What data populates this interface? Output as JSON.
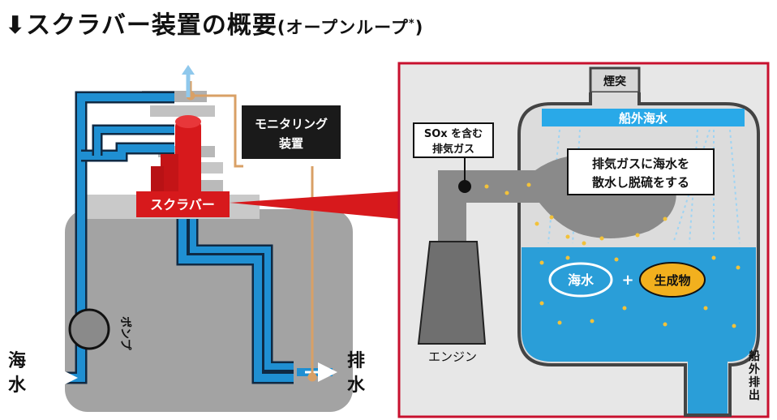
{
  "title": {
    "arrow": "⬇",
    "main": "スクラバー装置の概要",
    "sub_open": "(オープンループ",
    "sub_mark": "*",
    "sub_close": ")"
  },
  "left_panel": {
    "monitoring_line1": "モニタリング",
    "monitoring_line2": "装置",
    "scrubber": "スクラバー",
    "pump": "ポンプ",
    "seawater_char1": "海",
    "seawater_char2": "水",
    "discharge_char1": "排",
    "discharge_char2": "水"
  },
  "right_panel": {
    "chimney": "煙突",
    "sea_water_outboard": "船外海水",
    "sox_line1": "SOx を含む",
    "sox_line2": "排気ガス",
    "callout_line1": "排気ガスに海水を",
    "callout_line2": "散水し脱硫をする",
    "seawater": "海水",
    "plus": "+",
    "product": "生成物",
    "engine": "エンジン",
    "outboard_discharge_chars": [
      "船",
      "外",
      "排",
      "出"
    ]
  },
  "colors": {
    "pipe_blue": "#1f8fd2",
    "scrubber_red": "#d7191c",
    "frame_red": "#c8102e",
    "hull_gray": "#9e9e9e",
    "water_blue": "#2a9ed8",
    "gas_gray": "#8a8a8a",
    "product_yellow": "#f2b01e",
    "monitor_line": "#d9a066"
  }
}
